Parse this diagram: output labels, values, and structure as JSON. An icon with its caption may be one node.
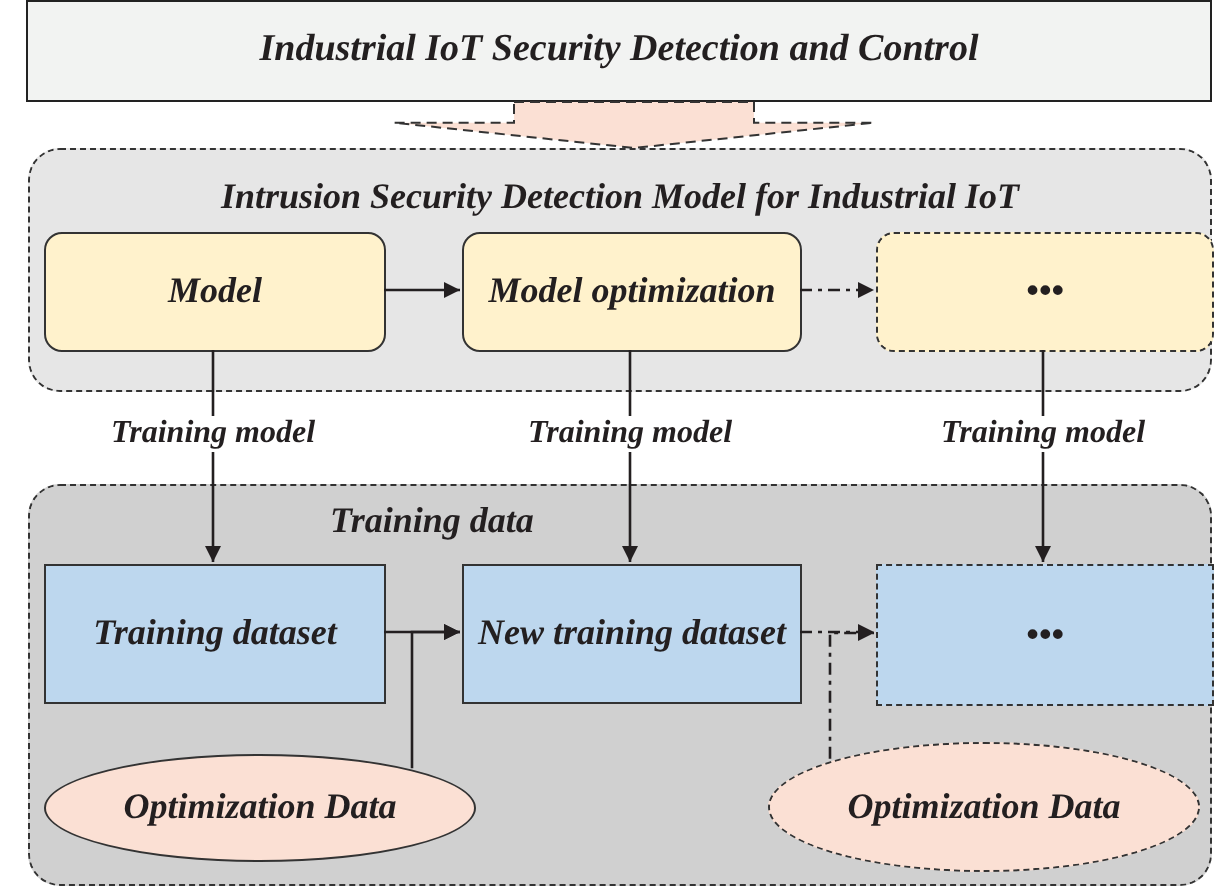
{
  "diagram": {
    "nodes": [
      {
        "text": [
          "Industrial IoT Security Detection and Control"
        ]
      },
      {
        "text": [
          "Intrusion Security Detection Model for Industrial IoT"
        ]
      },
      {
        "text": [
          "Model"
        ],
        "in": 1
      },
      {
        "text": [
          "Model optimization"
        ],
        "in": 1
      },
      {
        "text": [
          "•••"
        ],
        "in": 1
      },
      {
        "text": [
          "Training data"
        ]
      },
      {
        "text": [
          "Training dataset"
        ],
        "in": 5
      },
      {
        "text": [
          "New training dataset"
        ],
        "in": 5
      },
      {
        "text": [
          "•••"
        ],
        "in": 5
      },
      {
        "text": [
          "Optimization Data"
        ],
        "in": 5
      },
      {
        "text": [
          "Optimization Data"
        ],
        "in": 5
      }
    ],
    "edges": [
      {
        "from": 0,
        "to": 1,
        "arrow": "to",
        "style": "thick",
        "color": "#fbe0d4"
      },
      {
        "from": 2,
        "to": 3,
        "arrow": "to"
      },
      {
        "from": 3,
        "to": 4,
        "arrow": "to",
        "style": "dashed"
      },
      {
        "from": 2,
        "to": 6,
        "arrow": "to",
        "label": "Training model"
      },
      {
        "from": 3,
        "to": 7,
        "arrow": "to",
        "label": "Training model"
      },
      {
        "from": 4,
        "to": 8,
        "arrow": "to",
        "label": "Training model"
      },
      {
        "from": 6,
        "to": 7,
        "arrow": "to"
      },
      {
        "from": 9,
        "to": 7,
        "arrow": "to"
      },
      {
        "from": 7,
        "to": 8,
        "arrow": "to",
        "style": "dashed"
      },
      {
        "from": 10,
        "to": 8,
        "arrow": "to",
        "style": "dashed"
      }
    ]
  }
}
